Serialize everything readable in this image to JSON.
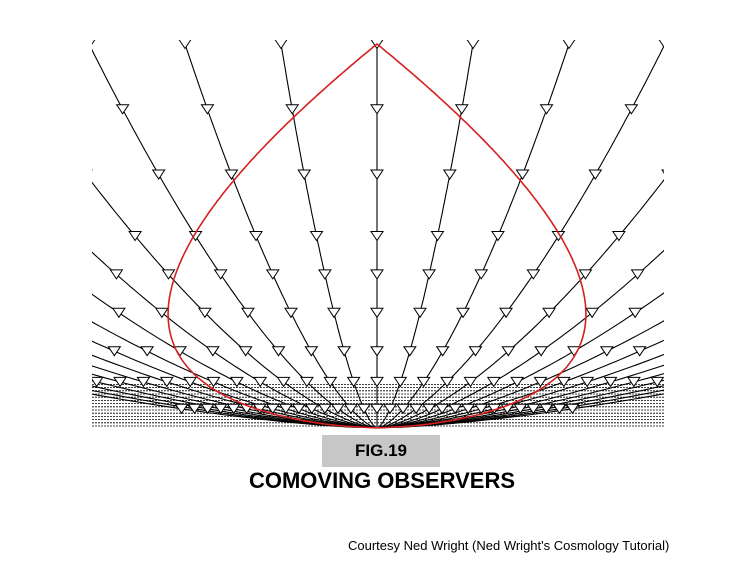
{
  "figure": {
    "label": "FIG.19",
    "title": "COMOVING OBSERVERS",
    "credit": "Courtesy Ned Wright (Ned Wright's Cosmology Tutorial)"
  },
  "colors": {
    "worldline": "#000000",
    "light_cone": "#d42020",
    "label_box": "#c7c7c7"
  },
  "diagram": {
    "worldline_count": 31,
    "observer_spacing": 1,
    "time_steps": [
      1.0,
      0.83,
      0.66,
      0.5,
      0.4,
      0.3,
      0.2,
      0.12,
      0.05
    ]
  }
}
